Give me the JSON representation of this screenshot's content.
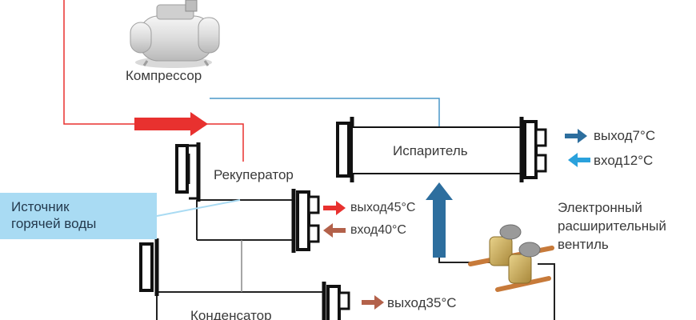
{
  "labels": {
    "compressor": "Компрессор",
    "recuperator": "Рекуператор",
    "evaporator": "Испаритель",
    "condenser": "Конденсатор",
    "expansion_valve": [
      "Электронный",
      "расширительный",
      "вентиль"
    ],
    "hot_water_source": [
      "Источник",
      "горячей воды"
    ]
  },
  "flows": {
    "evap_out": "выход7°C",
    "evap_in": "вход12°C",
    "recup_out": "выход45°C",
    "recup_in": "вход40°C",
    "cond_out": "выход35°C"
  },
  "colors": {
    "hot_line": "#e8312f",
    "cold_line": "#4a97c9",
    "dark_line": "#222222",
    "blue_arrow": "#2d6e9e",
    "light_blue_arrow": "#2aa1dc",
    "brown_arrow": "#b3614a",
    "callout_bg": "#a9dbf3"
  }
}
